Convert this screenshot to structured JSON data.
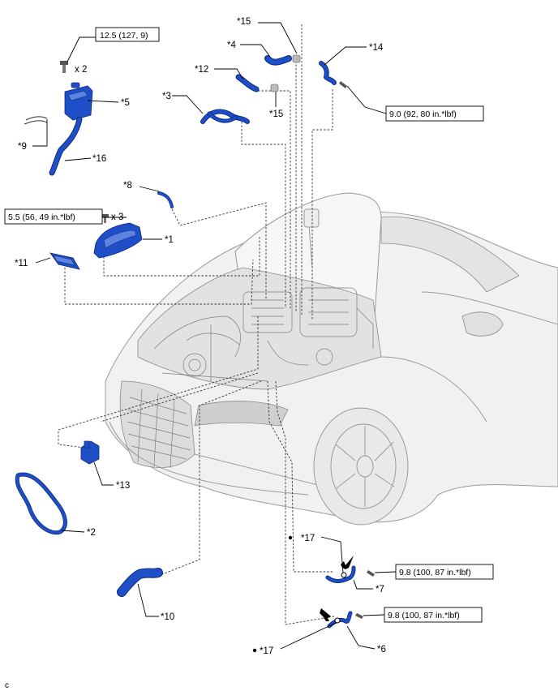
{
  "labels": {
    "p1": "*1",
    "p2": "*2",
    "p3": "*3",
    "p4": "*4",
    "p5": "*5",
    "p6": "*6",
    "p7": "*7",
    "p8": "*8",
    "p9": "*9",
    "p10": "*10",
    "p11": "*11",
    "p12": "*12",
    "p13": "*13",
    "p14": "*14",
    "p15a": "*15",
    "p15b": "*15",
    "p16": "*16",
    "p17a": "*17",
    "p17b": "*17"
  },
  "torques": {
    "t_reservoir": "12.5 (127, 9)",
    "t_cover": "5.5 (56, 49 in.*lbf)",
    "t_bracket14": "9.0 (92, 80 in.*lbf)",
    "t_pipe7": "9.8 (100, 87 in.*lbf)",
    "t_pipe6": "9.8 (100, 87 in.*lbf)"
  },
  "quantities": {
    "q_reservoir_bolts": "x 2",
    "q_cover_bolts": "x 3"
  },
  "corner_mark": "c",
  "colors": {
    "part_blue": "#1f4fc6",
    "part_outline": "#0a2a80",
    "car_line": "#9a9a9a"
  }
}
